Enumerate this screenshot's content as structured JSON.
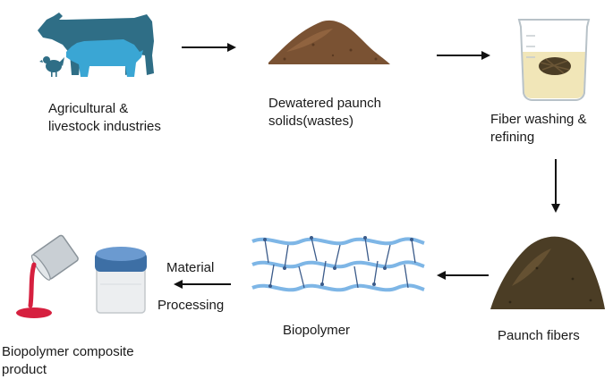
{
  "labels": {
    "agri_line1": "Agricultural &",
    "agri_line2": "livestock industries",
    "dewatered_line1": "Dewatered paunch",
    "dewatered_line2": "solids(wastes)",
    "washing_line1": "Fiber washing &",
    "washing_line2": "refining",
    "paunch_fibers": "Paunch fibers",
    "biopolymer": "Biopolymer",
    "material": "Material",
    "processing": "Processing",
    "product_line1": "Biopolymer composite",
    "product_line2": "product"
  },
  "colors": {
    "livestock_dark": "#2f6e86",
    "livestock_light": "#3aa6d4",
    "soil": "#7a5233",
    "fiber": "#4b3d25",
    "water": "#f1e6b8",
    "polymer": "#7eb6e6",
    "paint": "#d6203f",
    "arrow": "#111111"
  },
  "icons": [
    "livestock-icon",
    "soil-pile-icon",
    "beaker-icon",
    "fiber-pile-icon",
    "polymer-network-icon",
    "paint-can-icon",
    "container-jar-icon"
  ]
}
